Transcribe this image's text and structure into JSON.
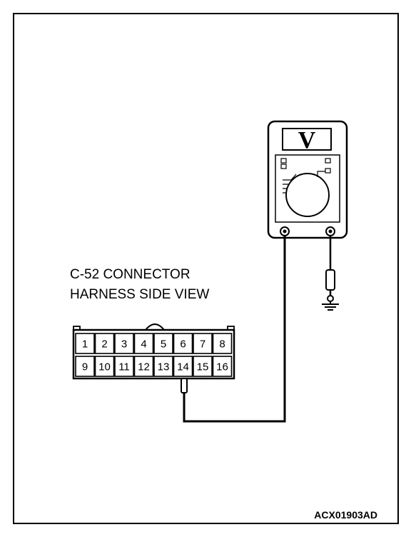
{
  "connector": {
    "title_line1": "C-52 CONNECTOR",
    "title_line2": "HARNESS SIDE VIEW",
    "pins_top": [
      "1",
      "2",
      "3",
      "4",
      "5",
      "6",
      "7",
      "8"
    ],
    "pins_bottom": [
      "9",
      "10",
      "11",
      "12",
      "13",
      "14",
      "15",
      "16"
    ],
    "probed_pin": "14"
  },
  "meter": {
    "display_symbol": "V"
  },
  "figure": {
    "code": "ACX01903AD"
  }
}
